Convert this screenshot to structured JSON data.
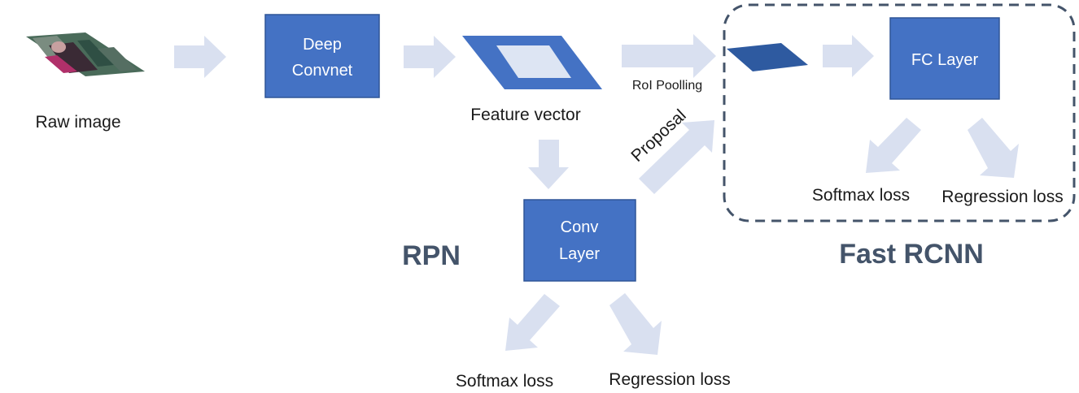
{
  "nodes": {
    "raw_image": {
      "caption": "Raw image"
    },
    "deep_convnet": {
      "line1": "Deep",
      "line2": "Convnet"
    },
    "feature_vector": {
      "caption": "Feature vector"
    },
    "roi_pooling": {
      "caption": "RoI Poolling"
    },
    "fc_layer": {
      "label": "FC Layer"
    },
    "conv_layer": {
      "line1": "Conv",
      "line2": "Layer"
    },
    "proposal": {
      "caption": "Proposal"
    }
  },
  "fast_rcnn": {
    "title": "Fast RCNN",
    "softmax_loss": "Softmax loss",
    "regression_loss": "Regression loss"
  },
  "rpn": {
    "title": "RPN",
    "softmax_loss": "Softmax loss",
    "regression_loss": "Regression loss"
  },
  "colors": {
    "box_fill": "#4472c4",
    "box_border": "#2f5597",
    "roi_fill": "#2e5aa0",
    "arrow_fill": "#d9e0f0",
    "dashed_border": "#44546a",
    "title_text": "#44546a"
  }
}
